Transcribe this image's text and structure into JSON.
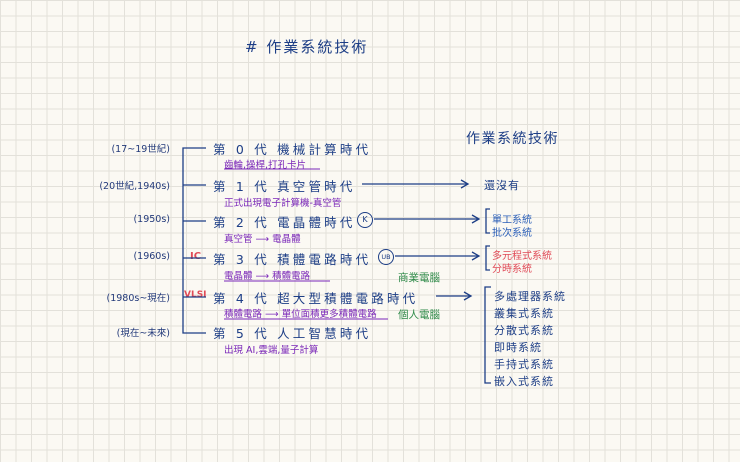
{
  "title": "# 作業系統技術",
  "subtitle": "作業系統技術",
  "generations": [
    {
      "era": "(17~19世紀)",
      "label": "第 0 代 機械計算時代",
      "sub": "齒輪,操桿,打孔卡片"
    },
    {
      "era": "(20世紀,1940s)",
      "label": "第 1 代 真空管時代",
      "sub": "正式出現電子計算機-真空管"
    },
    {
      "era": "(1950s)",
      "label": "第 2 代 電晶體時代",
      "sub": "真空管 ⟶ 電晶體"
    },
    {
      "era": "(1960s)",
      "label": "第 3 代 積體電路時代",
      "sub": "電晶體 ⟶ 積體電路"
    },
    {
      "era": "(1980s~現在)",
      "label": "第 4 代 超大型積體電路時代",
      "sub": "積體電路 ⟶ 單位面積更多積體電路"
    },
    {
      "era": "(現在~未來)",
      "label": "第 5 代 人工智慧時代",
      "sub": "出現 AI,雲端,量子計算"
    }
  ],
  "tags": {
    "ic": "IC",
    "vlsi": "VLSI",
    "circle_2": "K",
    "circle_3": "UB"
  },
  "colors": {
    "accent": "#1d3e86",
    "purple": "#7a27b8",
    "red": "#e04a57",
    "green": "#2f8a49",
    "blue": "#2b5fb8"
  },
  "annotations": {
    "commercial": "商業電腦",
    "personal": "個人電腦"
  },
  "os": {
    "gen1": "還沒有",
    "gen2": [
      "單工系統",
      "批次系統"
    ],
    "gen3": [
      "多元程式系統",
      "分時系統"
    ],
    "gen4": [
      "多處理器系統",
      "叢集式系統",
      "分散式系統",
      "即時系統",
      "手持式系統",
      "嵌入式系統"
    ]
  }
}
